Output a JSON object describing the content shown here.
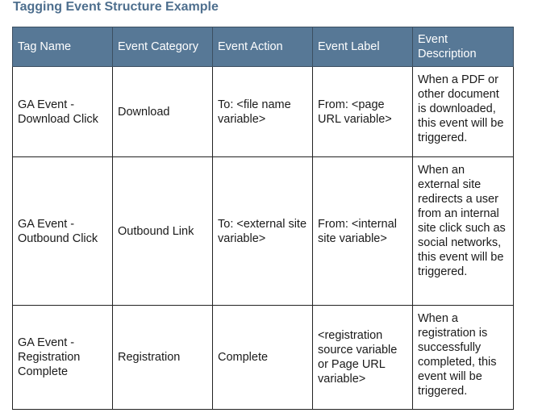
{
  "title": "Tagging Event Structure Example",
  "table": {
    "headers": [
      "Tag Name",
      "Event Category",
      "Event Action",
      "Event Label",
      "Event Description"
    ],
    "rows": [
      [
        "GA Event - Download Click",
        "Download",
        "To: <file name variable>",
        "From: <page URL variable>",
        "When a PDF or other document is downloaded, this event will be triggered."
      ],
      [
        "GA Event - Outbound Click",
        "Outbound Link",
        "To: <external site variable>",
        "From: <internal site variable>",
        "When an external site redirects a user from an internal site click such as social networks, this event will be triggered."
      ],
      [
        "GA Event - Registration Complete",
        "Registration",
        "Complete",
        "<registration source variable or Page URL variable>",
        "When a registration is successfully completed, this event will be triggered."
      ]
    ]
  },
  "colors": {
    "title": "#4e6f8e",
    "header_bg": "#577896",
    "header_text": "#ffffff",
    "border": "#222222"
  }
}
